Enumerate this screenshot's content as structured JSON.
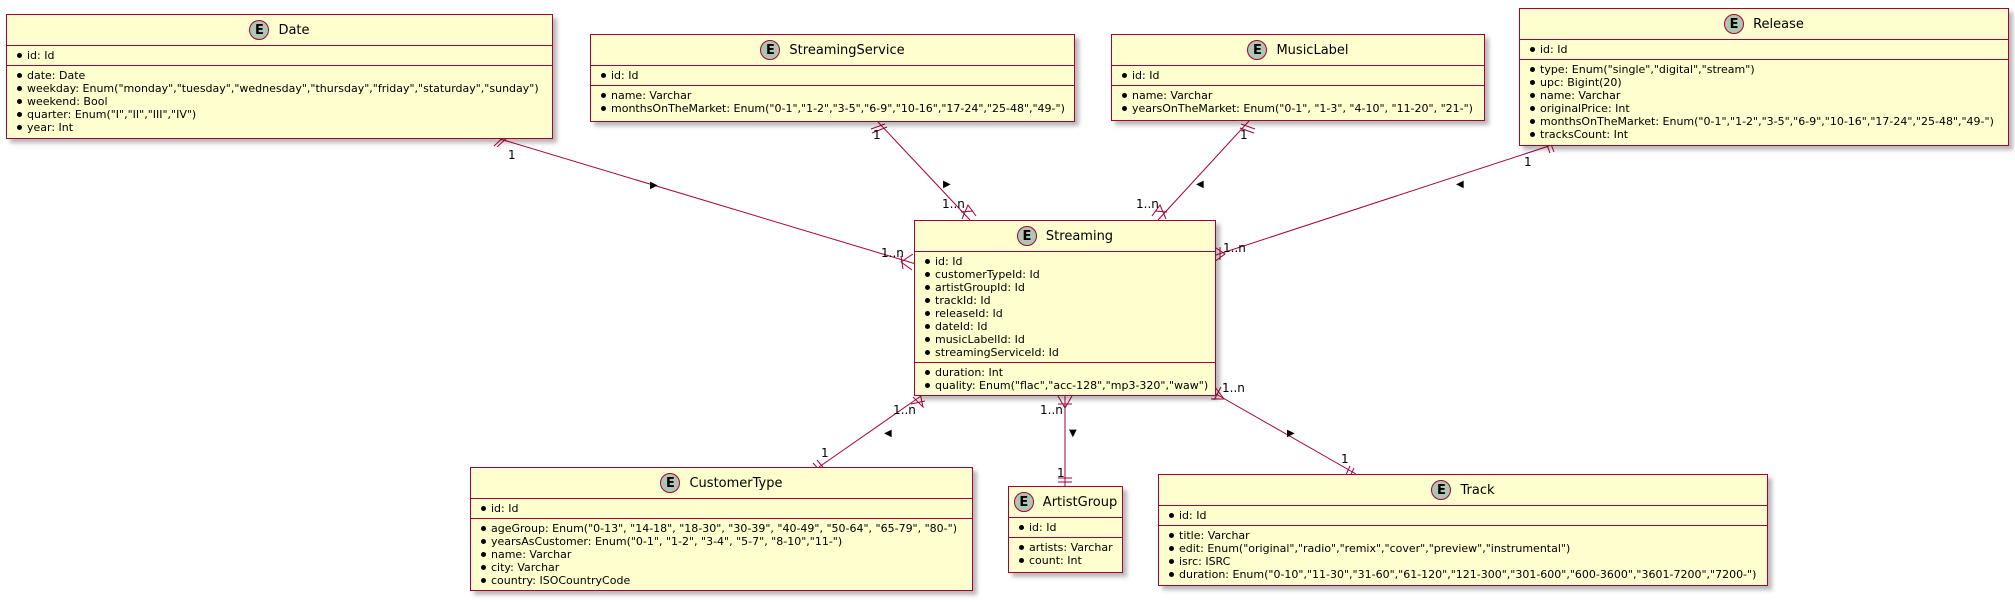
{
  "entities": {
    "date": {
      "badge": "E",
      "title": "Date",
      "keys": [
        "id: Id"
      ],
      "fields": [
        "date: Date",
        "weekday: Enum(\"monday\",\"tuesday\",\"wednesday\",\"thursday\",\"friday\",\"staturday\",\"sunday\")",
        "weekend: Bool",
        "quarter: Enum(\"I\",\"II\",\"III\",\"IV\")",
        "year: Int"
      ]
    },
    "streaming_service": {
      "badge": "E",
      "title": "StreamingService",
      "keys": [
        "id: Id"
      ],
      "fields": [
        "name: Varchar",
        "monthsOnTheMarket: Enum(\"0-1\",\"1-2\",\"3-5\",\"6-9\",\"10-16\",\"17-24\",\"25-48\",\"49-\")"
      ]
    },
    "music_label": {
      "badge": "E",
      "title": "MusicLabel",
      "keys": [
        "id: Id"
      ],
      "fields": [
        "name: Varchar",
        "yearsOnTheMarket: Enum(\"0-1\", \"1-3\", \"4-10\", \"11-20\", \"21-\")"
      ]
    },
    "release": {
      "badge": "E",
      "title": "Release",
      "keys": [
        "id: Id"
      ],
      "fields": [
        "type: Enum(\"single\",\"digital\",\"stream\")",
        "upc: Bigint(20)",
        "name: Varchar",
        "originalPrice: Int",
        "monthsOnTheMarket: Enum(\"0-1\",\"1-2\",\"3-5\",\"6-9\",\"10-16\",\"17-24\",\"25-48\",\"49-\")",
        "tracksCount: Int"
      ]
    },
    "streaming": {
      "badge": "E",
      "title": "Streaming",
      "keys": [
        "id: Id",
        "customerTypeId: Id",
        "artistGroupId: Id",
        "trackId: Id",
        "releaseId: Id",
        "dateId: Id",
        "musicLabelId: Id",
        "streamingServiceId: Id"
      ],
      "fields": [
        "duration: Int",
        "quality: Enum(\"flac\",\"acc-128\",\"mp3-320\",\"waw\")"
      ]
    },
    "customer_type": {
      "badge": "E",
      "title": "CustomerType",
      "keys": [
        "id: Id"
      ],
      "fields": [
        "ageGroup: Enum(\"0-13\", \"14-18\", \"18-30\", \"30-39\", \"40-49\", \"50-64\", \"65-79\", \"80-\")",
        "yearsAsCustomer: Enum(\"0-1\", \"1-2\", \"3-4\", \"5-7\", \"8-10\",\"11-\")",
        "name: Varchar",
        "city: Varchar",
        "country: ISOCountryCode"
      ]
    },
    "artist_group": {
      "badge": "E",
      "title": "ArtistGroup",
      "keys": [
        "id: Id"
      ],
      "fields": [
        "artists: Varchar",
        "count: Int"
      ]
    },
    "track": {
      "badge": "E",
      "title": "Track",
      "keys": [
        "id: Id"
      ],
      "fields": [
        "title: Varchar",
        "edit: Enum(\"original\",\"radio\",\"remix\",\"cover\",\"preview\",\"instrumental\")",
        "isrc: ISRC",
        "duration: Enum(\"0-10\",\"11-30\",\"31-60\",\"61-120\",\"121-300\",\"301-600\",\"600-3600\",\"3601-7200\",\"7200-\")"
      ]
    }
  },
  "relations": {
    "date_one": "1",
    "date_many": "1..n",
    "service_one": "1",
    "service_many": "1..n",
    "label_one": "1",
    "label_many": "1..n",
    "release_one": "1",
    "release_many": "1..n",
    "customer_one": "1",
    "customer_many": "1..n",
    "artist_one": "1",
    "artist_many": "1..n",
    "track_one": "1",
    "track_many": "1..n",
    "direction_right": "▶",
    "direction_left": "◀",
    "direction_down": "▼"
  },
  "colors": {
    "border": "#a80036",
    "fill": "#fefece",
    "badge": "#adc5b2"
  }
}
